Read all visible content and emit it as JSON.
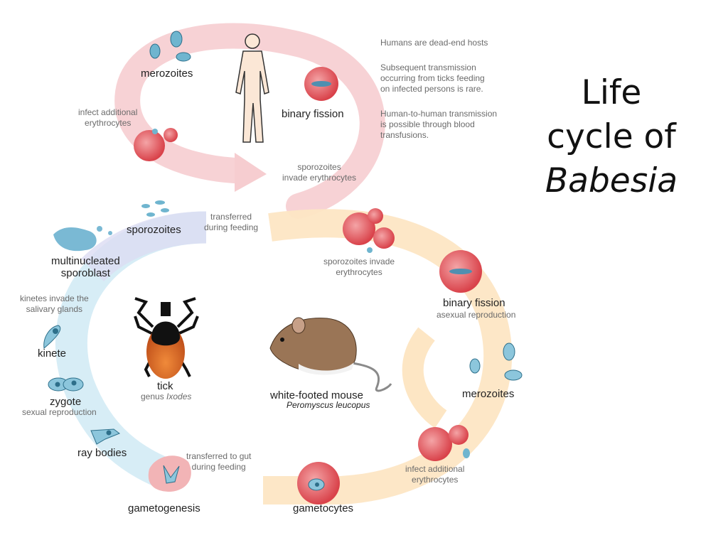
{
  "title": {
    "line1": "Life",
    "line2": "cycle of",
    "line3": "Babesia"
  },
  "human_cycle": {
    "merozoites": "merozoites",
    "binary_fission": "binary fission",
    "infect_line1": "infect additional",
    "infect_line2": "erythrocytes",
    "sporozoites_invade_line1": "sporozoites",
    "sporozoites_invade_line2": "invade erythrocytes"
  },
  "notes": [
    {
      "lines": [
        "Humans are dead-end hosts"
      ]
    },
    {
      "lines": [
        "Subsequent transmission",
        "occurring from ticks feeding",
        "on infected persons is rare."
      ]
    },
    {
      "lines": [
        "Human-to-human transmission",
        "is possible through blood",
        "transfusions."
      ]
    }
  ],
  "tick_cycle": {
    "sporozoites": "sporozoites",
    "transferred_line1": "transferred",
    "transferred_line2": "during feeding",
    "sporoblast_line1": "multinucleated",
    "sporoblast_line2": "sporoblast",
    "kinetes_line1": "kinetes invade the",
    "kinetes_line2": "salivary glands",
    "kinete": "kinete",
    "zygote": "zygote",
    "zygote_sub": "sexual reproduction",
    "ray_bodies": "ray bodies",
    "gut_line1": "transferred to gut",
    "gut_line2": "during feeding",
    "gametogenesis": "gametogenesis",
    "tick": "tick",
    "tick_genus": "genus ",
    "tick_genus_name": "Ixodes"
  },
  "mouse_cycle": {
    "sporozoites_invade_line1": "sporozoites invade",
    "sporozoites_invade_line2": "erythrocytes",
    "binary_fission": "binary fission",
    "binary_fission_sub": "asexual reproduction",
    "merozoites": "merozoites",
    "infect_line1": "infect additional",
    "infect_line2": "erythrocytes",
    "gametocytes": "gametocytes",
    "mouse": "white-footed mouse",
    "mouse_species": "Peromyscus leucopus"
  },
  "colors": {
    "human_arc": "#f6cdd0",
    "mouse_arc": "#fde6c4",
    "tick_arc": "#d3ebf5",
    "rbc": "#e4545a",
    "parasite": "#5aa7c4"
  }
}
